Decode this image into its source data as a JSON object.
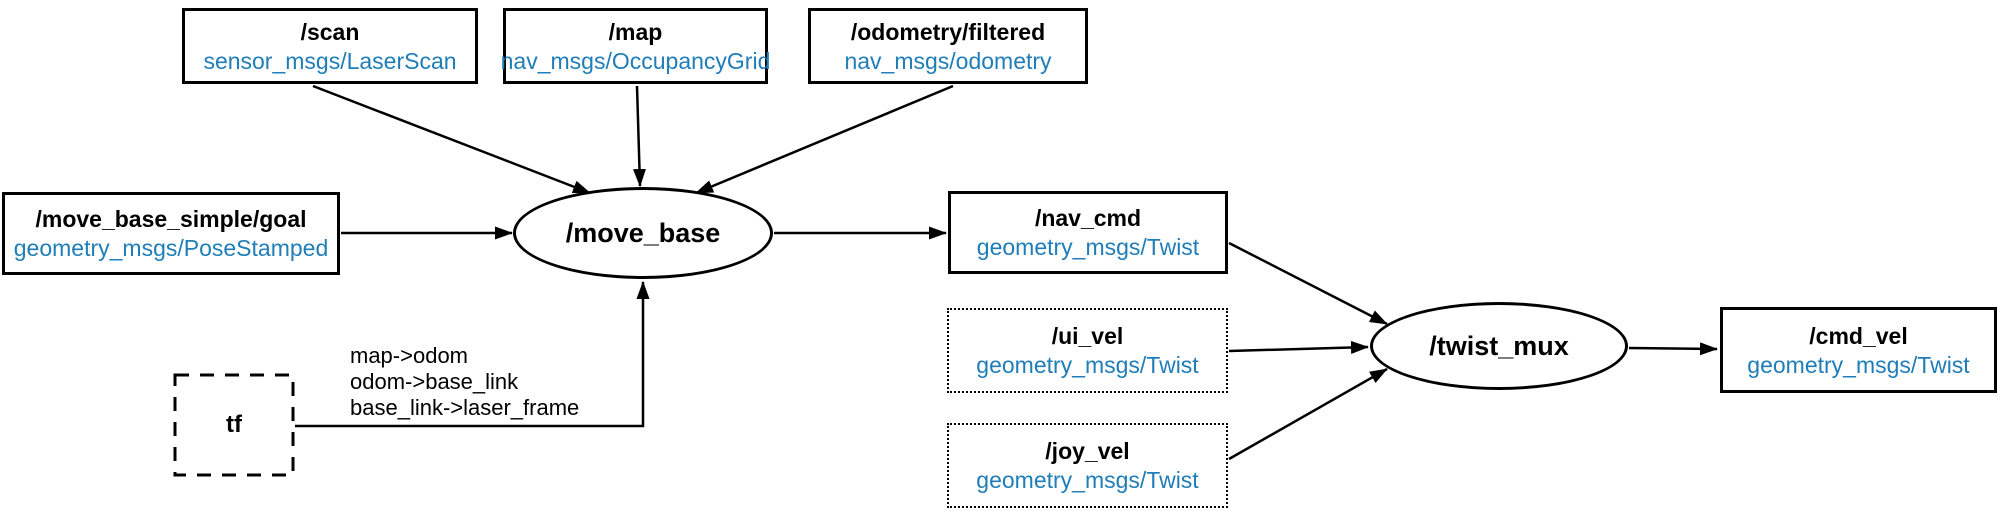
{
  "diagram": {
    "accent_color": "#1f7db8",
    "line_color": "#000000",
    "nodes": {
      "scan": {
        "title": "/scan",
        "subtitle": "sensor_msgs/LaserScan"
      },
      "map": {
        "title": "/map",
        "subtitle": "nav_msgs/OccupancyGrid"
      },
      "odometry_filtered": {
        "title": "/odometry/filtered",
        "subtitle": "nav_msgs/odometry"
      },
      "move_base_simple_goal": {
        "title": "/move_base_simple/goal",
        "subtitle": "geometry_msgs/PoseStamped"
      },
      "move_base": {
        "title": "/move_base"
      },
      "nav_cmd": {
        "title": "/nav_cmd",
        "subtitle": "geometry_msgs/Twist"
      },
      "ui_vel": {
        "title": "/ui_vel",
        "subtitle": "geometry_msgs/Twist"
      },
      "joy_vel": {
        "title": "/joy_vel",
        "subtitle": "geometry_msgs/Twist"
      },
      "twist_mux": {
        "title": "/twist_mux"
      },
      "cmd_vel": {
        "title": "/cmd_vel",
        "subtitle": "geometry_msgs/Twist"
      },
      "tf": {
        "title": "tf",
        "transforms": [
          "map->odom",
          "odom->base_link",
          "base_link->laser_frame"
        ]
      }
    },
    "edges": [
      {
        "from": "/scan",
        "to": "/move_base"
      },
      {
        "from": "/map",
        "to": "/move_base"
      },
      {
        "from": "/odometry/filtered",
        "to": "/move_base"
      },
      {
        "from": "/move_base_simple/goal",
        "to": "/move_base"
      },
      {
        "from": "tf",
        "to": "/move_base"
      },
      {
        "from": "/move_base",
        "to": "/nav_cmd"
      },
      {
        "from": "/nav_cmd",
        "to": "/twist_mux"
      },
      {
        "from": "/ui_vel",
        "to": "/twist_mux"
      },
      {
        "from": "/joy_vel",
        "to": "/twist_mux"
      },
      {
        "from": "/twist_mux",
        "to": "/cmd_vel"
      }
    ]
  }
}
